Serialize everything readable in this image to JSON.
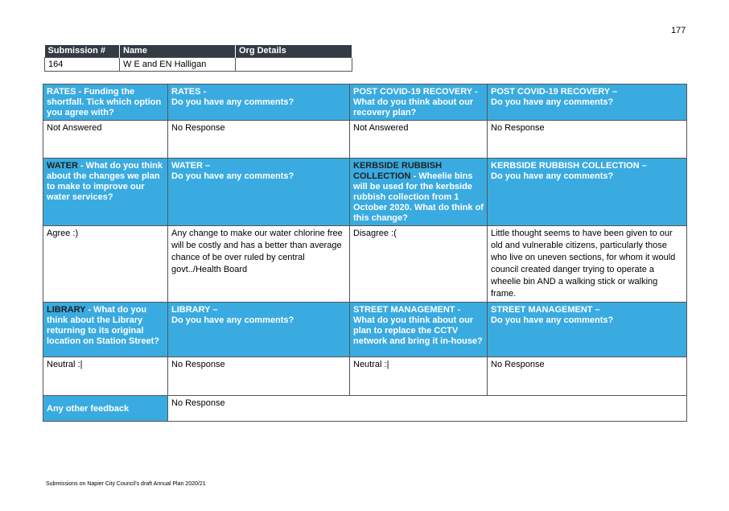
{
  "page_number": "177",
  "submission_table": {
    "headers": [
      "Submission #",
      "Name",
      "Org Details"
    ],
    "row": [
      "164",
      "W E and EN Halligan",
      ""
    ]
  },
  "rates": {
    "q1_topic": "RATES",
    "q1_text": " - Funding the shortfall. Tick which option you agree with?",
    "q2_topic": "RATES -",
    "q2_text": "Do you have any comments?",
    "a1": "Not Answered",
    "a2": "No Response"
  },
  "covid": {
    "q1_topic": "POST COVID-19 RECOVERY",
    "q1_dash": " - ",
    "q1_text": "What do you think about our recovery plan?",
    "q2_topic": "POST COVID-19 RECOVERY –",
    "q2_text": "Do you have any comments?",
    "a1": "Not Answered",
    "a2": "No Response"
  },
  "water": {
    "q1_topic": "WATER",
    "q1_text": " - What do you think about the changes we plan to make to improve our water services?",
    "q2_topic": "WATER –",
    "q2_text": "Do you have any comments?",
    "a1": "Agree :)",
    "a2": "Any change to make our water chlorine free will be costly and has a better than average chance of be over ruled by central govt../Health Board"
  },
  "kerbside": {
    "q1_topic": "KERBSIDE RUBBISH COLLECTION",
    "q1_text": " - Wheelie bins will be used for the kerbside rubbish collection from 1 October 2020. What do think of this change?",
    "q2_topic": "KERBSIDE RUBBISH COLLECTION –",
    "q2_text": "Do you have any comments?",
    "a1": "Disagree :(",
    "a2": "Little thought seems to have been given to our old and vulnerable citizens, particularly those who live on uneven sections, for whom it would council  created danger trying to operate a wheelie bin AND a walking stick or walking frame."
  },
  "library": {
    "q1_topic": "LIBRARY",
    "q1_text": " - What do you think about the Library returning to its original location on Station Street?",
    "q2_topic": "LIBRARY –",
    "q2_text": "Do you have any comments?",
    "a1": "Neutral :|",
    "a2": "No Response"
  },
  "street": {
    "q1_topic": "STREET MANAGEMENT",
    "q1_dash": " - ",
    "q1_text": "What do you think about our plan to replace the CCTV network and bring it in-house?",
    "q2_topic": "STREET MANAGEMENT –",
    "q2_text": "Do you have any comments?",
    "a1": "Neutral :|",
    "a2": "No Response"
  },
  "other": {
    "label": "Any other feedback",
    "answer": "No Response"
  },
  "footer": "Submissions on Napier City Council's draft Annual Plan 2020/21"
}
